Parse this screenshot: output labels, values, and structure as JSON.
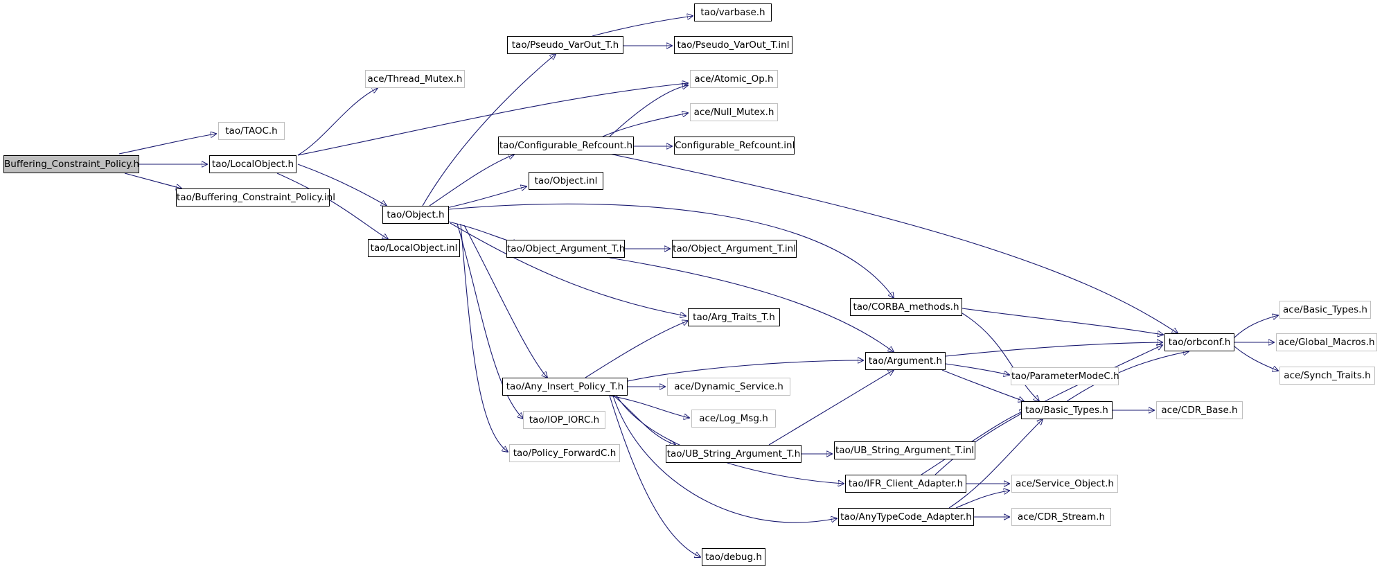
{
  "nodes": {
    "buffering_constraint_policy_h": "Buffering_Constraint_Policy.h",
    "tao_taoc_h": "tao/TAOC.h",
    "tao_localobject_h": "tao/LocalObject.h",
    "tao_buffering_constraint_policy_inl": "tao/Buffering_Constraint_Policy.inl",
    "ace_thread_mutex_h": "ace/Thread_Mutex.h",
    "tao_object_h": "tao/Object.h",
    "tao_localobject_inl": "tao/LocalObject.inl",
    "tao_pseudo_varout_t_h": "tao/Pseudo_VarOut_T.h",
    "tao_varbase_h": "tao/varbase.h",
    "tao_pseudo_varout_t_inl": "tao/Pseudo_VarOut_T.inl",
    "ace_atomic_op_h": "ace/Atomic_Op.h",
    "ace_null_mutex_h": "ace/Null_Mutex.h",
    "tao_configurable_refcount_h": "tao/Configurable_Refcount.h",
    "configurable_refcount_inl": "Configurable_Refcount.inl",
    "tao_object_inl": "tao/Object.inl",
    "tao_object_argument_t_h": "tao/Object_Argument_T.h",
    "tao_object_argument_t_inl": "tao/Object_Argument_T.inl",
    "tao_arg_traits_t_h": "tao/Arg_Traits_T.h",
    "tao_corba_methods_h": "tao/CORBA_methods.h",
    "tao_argument_h": "tao/Argument.h",
    "tao_any_insert_policy_t_h": "tao/Any_Insert_Policy_T.h",
    "ace_dynamic_service_h": "ace/Dynamic_Service.h",
    "ace_log_msg_h": "ace/Log_Msg.h",
    "tao_iop_iorc_h": "tao/IOP_IORC.h",
    "tao_policy_forwardc_h": "tao/Policy_ForwardC.h",
    "tao_ub_string_argument_t_h": "tao/UB_String_Argument_T.h",
    "tao_ub_string_argument_t_inl": "tao/UB_String_Argument_T.inl",
    "tao_ifr_client_adapter_h": "tao/IFR_Client_Adapter.h",
    "tao_anytypecode_adapter_h": "tao/AnyTypeCode_Adapter.h",
    "tao_debug_h": "tao/debug.h",
    "tao_parametermodec_h": "tao/ParameterModeC.h",
    "tao_basic_types_h": "tao/Basic_Types.h",
    "ace_cdr_base_h": "ace/CDR_Base.h",
    "ace_service_object_h": "ace/Service_Object.h",
    "ace_cdr_stream_h": "ace/CDR_Stream.h",
    "tao_orbconf_h": "tao/orbconf.h",
    "ace_basic_types_h": "ace/Basic_Types.h",
    "ace_global_macros_h": "ace/Global_Macros.h",
    "ace_synch_traits_h": "ace/Synch_Traits.h"
  },
  "colors": {
    "edge": "#191970",
    "root_fill": "#bfbfbf",
    "node_border": "#000000",
    "external_border": "#bfbfbf"
  }
}
